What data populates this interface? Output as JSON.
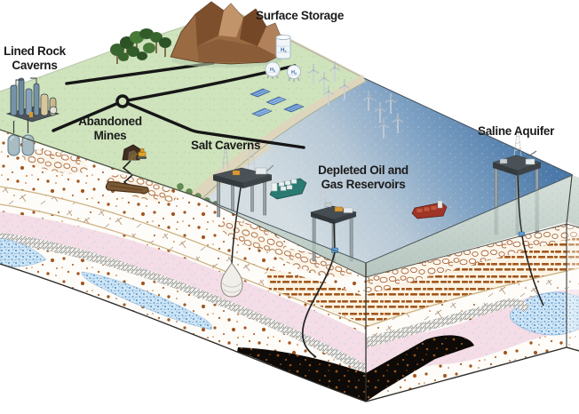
{
  "diagram": {
    "title_present": false,
    "labels": {
      "lined_rock_caverns_line1": "Lined Rock",
      "lined_rock_caverns_line2": "Caverns",
      "abandoned_mines_line1": "Abandoned",
      "abandoned_mines_line2": "Mines",
      "surface_storage": "Surface Storage",
      "salt_caverns": "Salt Caverns",
      "depleted_line1": "Depleted Oil and",
      "depleted_line2": "Gas Reservoirs",
      "saline_aquifer": "Saline Aquifer",
      "h2_main": "H",
      "h2_sub": "2"
    },
    "colors": {
      "background": "#ffffff",
      "land_green": "#cfe3bd",
      "sand": "#ddd6bd",
      "ocean_light": "#d3dde2",
      "ocean_deep": "#4a78a8",
      "water_section": "#b7c7c1",
      "rock_white": "#fdfcf8",
      "sediment_dot_brown": "#a3561f",
      "brick_brown": "#a3571d",
      "pink_layer": "#f4dde6",
      "aquifer_blue": "#4b8fc9",
      "shale_gray": "#8f8f8c",
      "oil_black": "#0d0a07",
      "mountain_brown": "#9a6a42",
      "tree_green": "#39652f",
      "pipeline_black": "#161616",
      "label_text": "#1b1b1b",
      "h2_text_blue": "#2e6cab",
      "platform_deck": "#4b5257",
      "ship_teal": "#2a7a72",
      "ship_red": "#a03427"
    },
    "icons": [
      "industrial-plant-icon",
      "rock-cavern-tanks-icon",
      "mine-entrance-icon",
      "excavator-icon",
      "mine-tunnel-icon",
      "mountain-icon",
      "trees-icon",
      "h2-cylinder-tank-icon",
      "h2-sphere-tanks-icon",
      "solar-panels-icon",
      "onshore-wind-turbines-icon",
      "offshore-wind-turbines-icon",
      "pipeline-network-icon",
      "pipeline-junction-icon",
      "salt-caverns-platform-icon",
      "depleted-reservoir-platform-icon",
      "saline-aquifer-platform-icon",
      "cargo-ship-icon",
      "tanker-ship-icon",
      "salt-cavern-teardrop-icon",
      "well-line-icon",
      "wellhead-icon",
      "oil-gas-reservoir-icon",
      "saline-aquifer-pocket-icon",
      "beach-trees-icon"
    ]
  }
}
